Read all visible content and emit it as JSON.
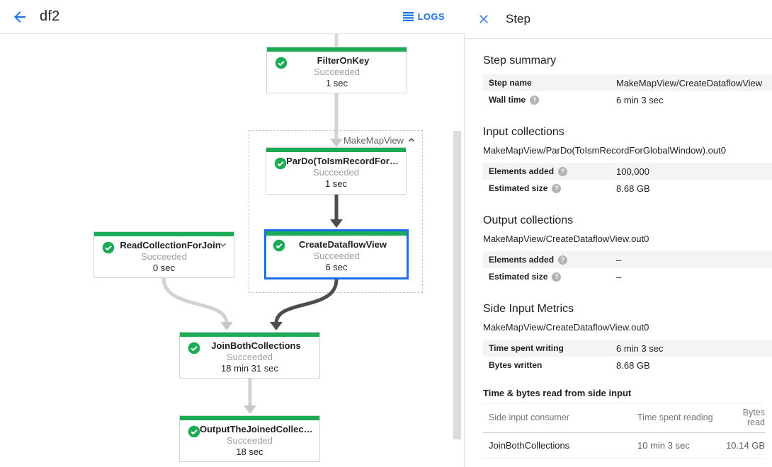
{
  "colors": {
    "accent_blue": "#1a73e8",
    "selection_blue": "#1c6ee8",
    "success_green": "#1aab54",
    "edge_light": "#d2d2d2",
    "edge_dark": "#4d4d4d"
  },
  "header": {
    "title": "df2",
    "logs_label": "LOGS"
  },
  "graph": {
    "group": {
      "label": "MakeMapView"
    },
    "nodes": [
      {
        "title": "FilterOnKey",
        "status": "Succeeded",
        "time": "1 sec"
      },
      {
        "title": "ParDo(ToIsmRecordFor…",
        "status": "Succeeded",
        "time": "1 sec"
      },
      {
        "title": "ReadCollectionForJoin",
        "status": "Succeeded",
        "time": "0 sec"
      },
      {
        "title": "CreateDataflowView",
        "status": "Succeeded",
        "time": "6 sec",
        "selected": true
      },
      {
        "title": "JoinBothCollections",
        "status": "Succeeded",
        "time": "18 min 31 sec"
      },
      {
        "title": "OutputTheJoinedCollec…",
        "status": "Succeeded",
        "time": "18 sec"
      }
    ]
  },
  "panel": {
    "title": "Step",
    "step_summary": {
      "heading": "Step summary",
      "rows": [
        {
          "label": "Step name",
          "value": "MakeMapView/CreateDataflowView"
        },
        {
          "label": "Wall time",
          "value": "6 min 3 sec"
        }
      ]
    },
    "input_collections": {
      "heading": "Input collections",
      "collection": "MakeMapView/ParDo(ToIsmRecordForGlobalWindow).out0",
      "rows": [
        {
          "label": "Elements added",
          "value": "100,000"
        },
        {
          "label": "Estimated size",
          "value": "8.68 GB"
        }
      ]
    },
    "output_collections": {
      "heading": "Output collections",
      "collection": "MakeMapView/CreateDataflowView.out0",
      "rows": [
        {
          "label": "Elements added",
          "value": "–"
        },
        {
          "label": "Estimated size",
          "value": "–"
        }
      ]
    },
    "side_input_metrics": {
      "heading": "Side Input Metrics",
      "collection": "MakeMapView/CreateDataflowView.out0",
      "rows": [
        {
          "label": "Time spent writing",
          "value": "6 min 3 sec"
        },
        {
          "label": "Bytes written",
          "value": "8.68 GB"
        }
      ]
    },
    "side_input_table": {
      "heading": "Time & bytes read from side input",
      "columns": [
        "Side input consumer",
        "Time spent reading",
        "Bytes read"
      ],
      "rows": [
        {
          "consumer": "JoinBothCollections",
          "time_spent_reading": "10 min 3 sec",
          "bytes_read": "10.14 GB"
        }
      ]
    }
  }
}
